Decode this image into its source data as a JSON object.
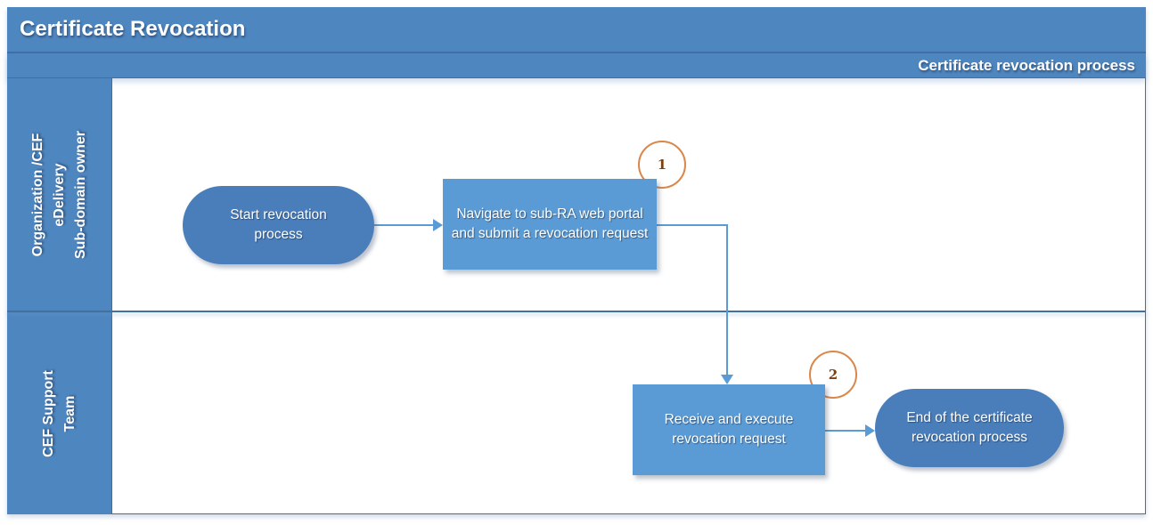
{
  "header": {
    "title": "Certificate Revocation",
    "subtitle": "Certificate revocation process"
  },
  "lanes": [
    {
      "label": "Organization /CEF\neDelivery\nSub-domain owner"
    },
    {
      "label": "CEF Support\nTeam"
    }
  ],
  "nodes": {
    "start": {
      "type": "start",
      "label": "Start revocation process"
    },
    "task1": {
      "type": "task",
      "label": "Navigate to sub-RA web portal and submit a revocation request",
      "badge": "1"
    },
    "task2": {
      "type": "task",
      "label": "Receive and execute revocation request",
      "badge": "2"
    },
    "end": {
      "type": "end",
      "label": "End of the certificate revocation process"
    }
  },
  "edges": [
    {
      "from": "start",
      "to": "task1"
    },
    {
      "from": "task1",
      "to": "task2"
    },
    {
      "from": "task2",
      "to": "end"
    }
  ],
  "colors": {
    "band_fill": "#4e86c0",
    "band_border": "#3f6fa5",
    "lane_label_fill": "#4e86c0",
    "task_fill": "#5b9bd5",
    "terminal_fill": "#4a7ebb",
    "connector": "#5b9bd5",
    "badge_border": "#d9874b",
    "badge_number": "#7c3f10",
    "frame_border": "#41719c"
  }
}
